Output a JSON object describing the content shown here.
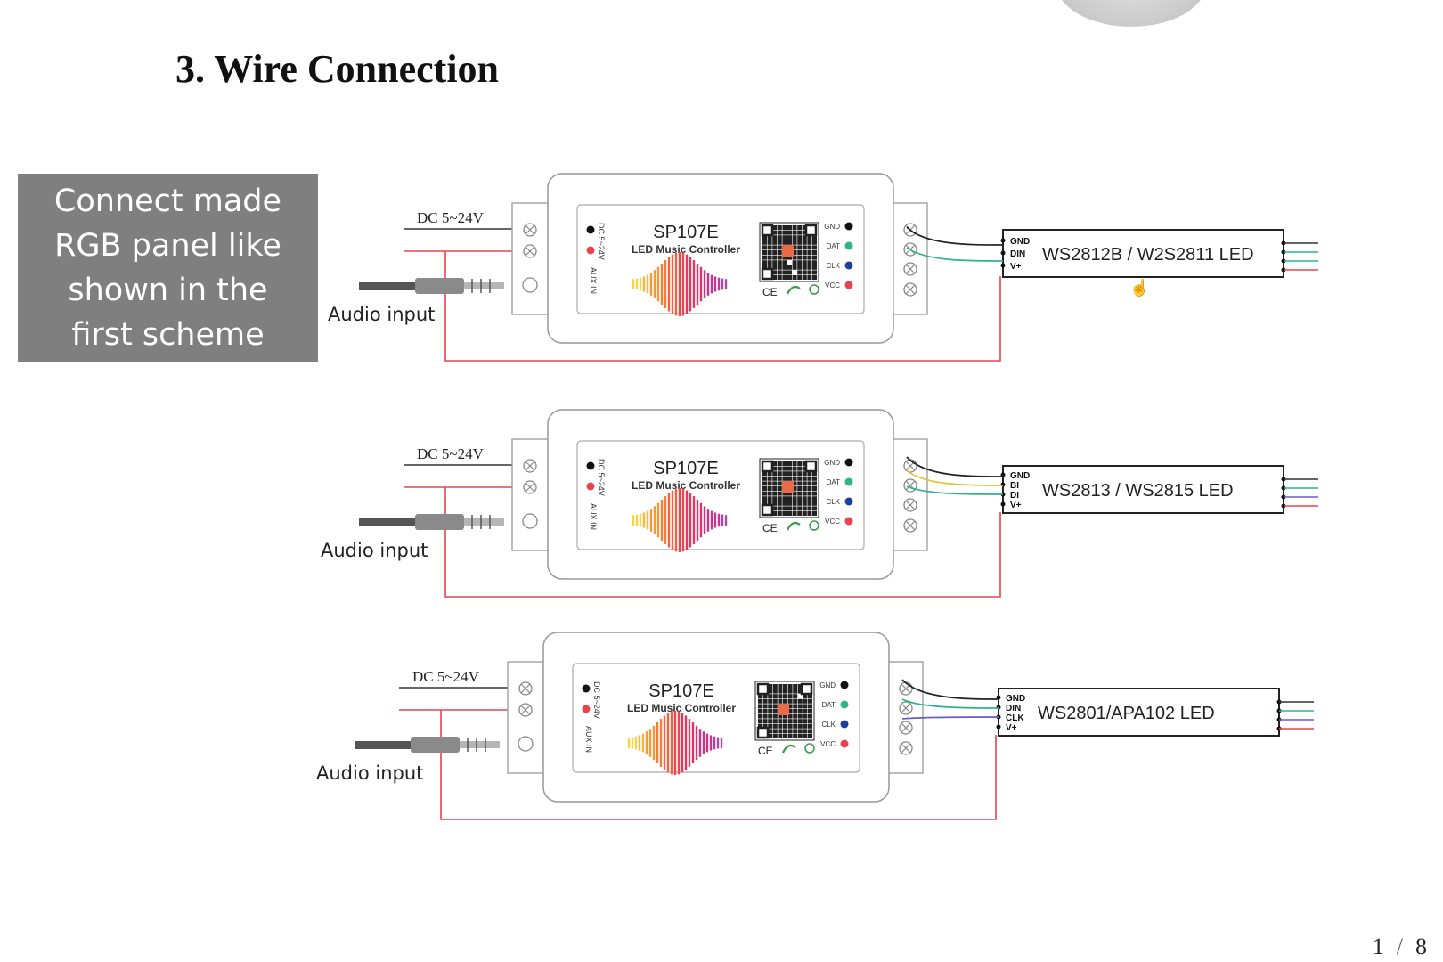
{
  "title": "3. Wire Connection",
  "note": [
    "Connect made",
    "RGB panel like",
    "shown in the",
    "first scheme"
  ],
  "controller": {
    "model": "SP107E",
    "subtitle": "LED Music Controller",
    "side_text": "DC 5~24V",
    "aux_label": "AUX IN",
    "ce_mark": "CE",
    "pins": [
      "GND",
      "DAT",
      "CLK",
      "VCC"
    ]
  },
  "power_label": "DC 5~24V",
  "audio_label": "Audio input",
  "schemes": [
    {
      "strip_label": "WS2812B / W2S2811 LED",
      "pins": [
        "GND",
        "DIN",
        "V+"
      ]
    },
    {
      "strip_label": "WS2813 / WS2815 LED",
      "pins": [
        "GND",
        "BI",
        "DI",
        "V+"
      ]
    },
    {
      "strip_label": "WS2801/APA102  LED",
      "pins": [
        "GND",
        "DIN",
        "CLK",
        "V+"
      ]
    }
  ],
  "pager": {
    "current": "1",
    "total": "8"
  },
  "colors": {
    "power_wire": "#e8434f",
    "ground_wire": "#222222",
    "data_wire": "#2eb38a",
    "backup_wire": "#e2c233",
    "clock_wire": "#6a5acd",
    "note_bg": "#7f7f7f"
  }
}
